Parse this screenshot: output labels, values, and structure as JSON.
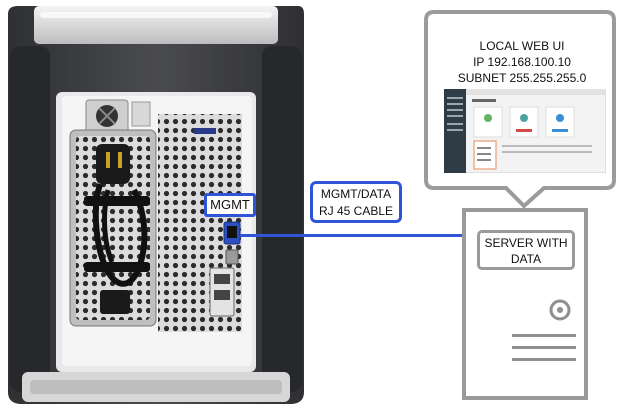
{
  "labels": {
    "mgmt_port": "MGMT",
    "cable_line1": "MGMT/DATA",
    "cable_line2": "RJ 45 CABLE",
    "callout_line1": "LOCAL WEB UI",
    "callout_line2": "IP 192.168.100.10",
    "callout_line3": "SUBNET 255.255.255.0",
    "server_line1": "SERVER WITH",
    "server_line2": "DATA"
  },
  "colors": {
    "accent": "#2f54d6",
    "callout_border": "#9b9b9b",
    "server_border": "#9a9a9a",
    "device_body": "#3c3d40",
    "device_panel": "#e9e9e9"
  }
}
